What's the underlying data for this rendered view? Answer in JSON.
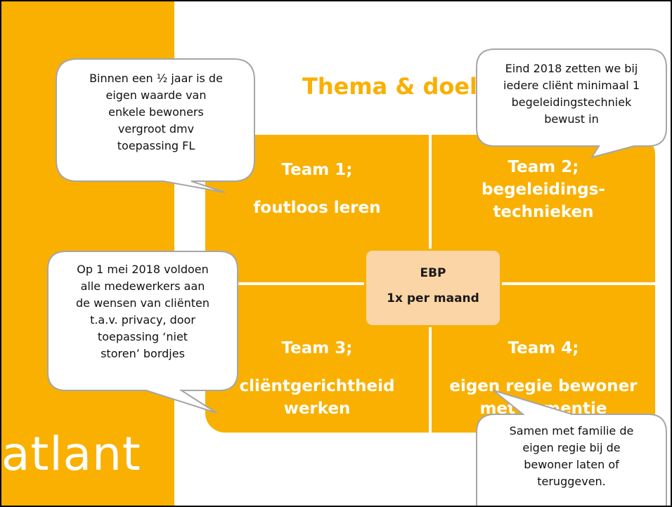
{
  "slide": {
    "title": "Thema & doelen",
    "logo": "atlant",
    "center": {
      "line1": "EBP",
      "line2": "1x per maand"
    },
    "teams": [
      {
        "name": "Team 1;",
        "subject": [
          "foutloos leren"
        ]
      },
      {
        "name": "Team 2;",
        "subject": [
          "begeleidings-",
          "technieken"
        ]
      },
      {
        "name": "Team 3;",
        "subject": [
          "cliëntgerichtheid",
          "werken"
        ]
      },
      {
        "name": "Team 4;",
        "subject": [
          "eigen regie bewoner",
          "met dementie"
        ]
      }
    ],
    "callouts": [
      {
        "lines": [
          "Binnen een ½ jaar is de",
          "eigen waarde van",
          "enkele bewoners",
          "vergroot  dmv",
          "toepassing FL"
        ]
      },
      {
        "lines": [
          "Eind 2018 zetten we bij",
          "iedere cliënt minimaal 1",
          "begeleidingstechniek",
          "bewust in"
        ]
      },
      {
        "lines": [
          "Op 1 mei 2018 voldoen",
          "alle medewerkers aan",
          "de wensen van cliënten",
          "t.a.v. privacy, door",
          "toepassing  ‘niet",
          "storen’ bordjes"
        ]
      },
      {
        "lines": [
          "Samen met familie de",
          "eigen regie bij de",
          "bewoner laten of",
          "teruggeven."
        ]
      }
    ]
  },
  "colors": {
    "accent": "#f9b000",
    "center_fill": "#fbd5a6",
    "callout_fill": "#ffffff",
    "callout_border": "#a6a6a6"
  }
}
